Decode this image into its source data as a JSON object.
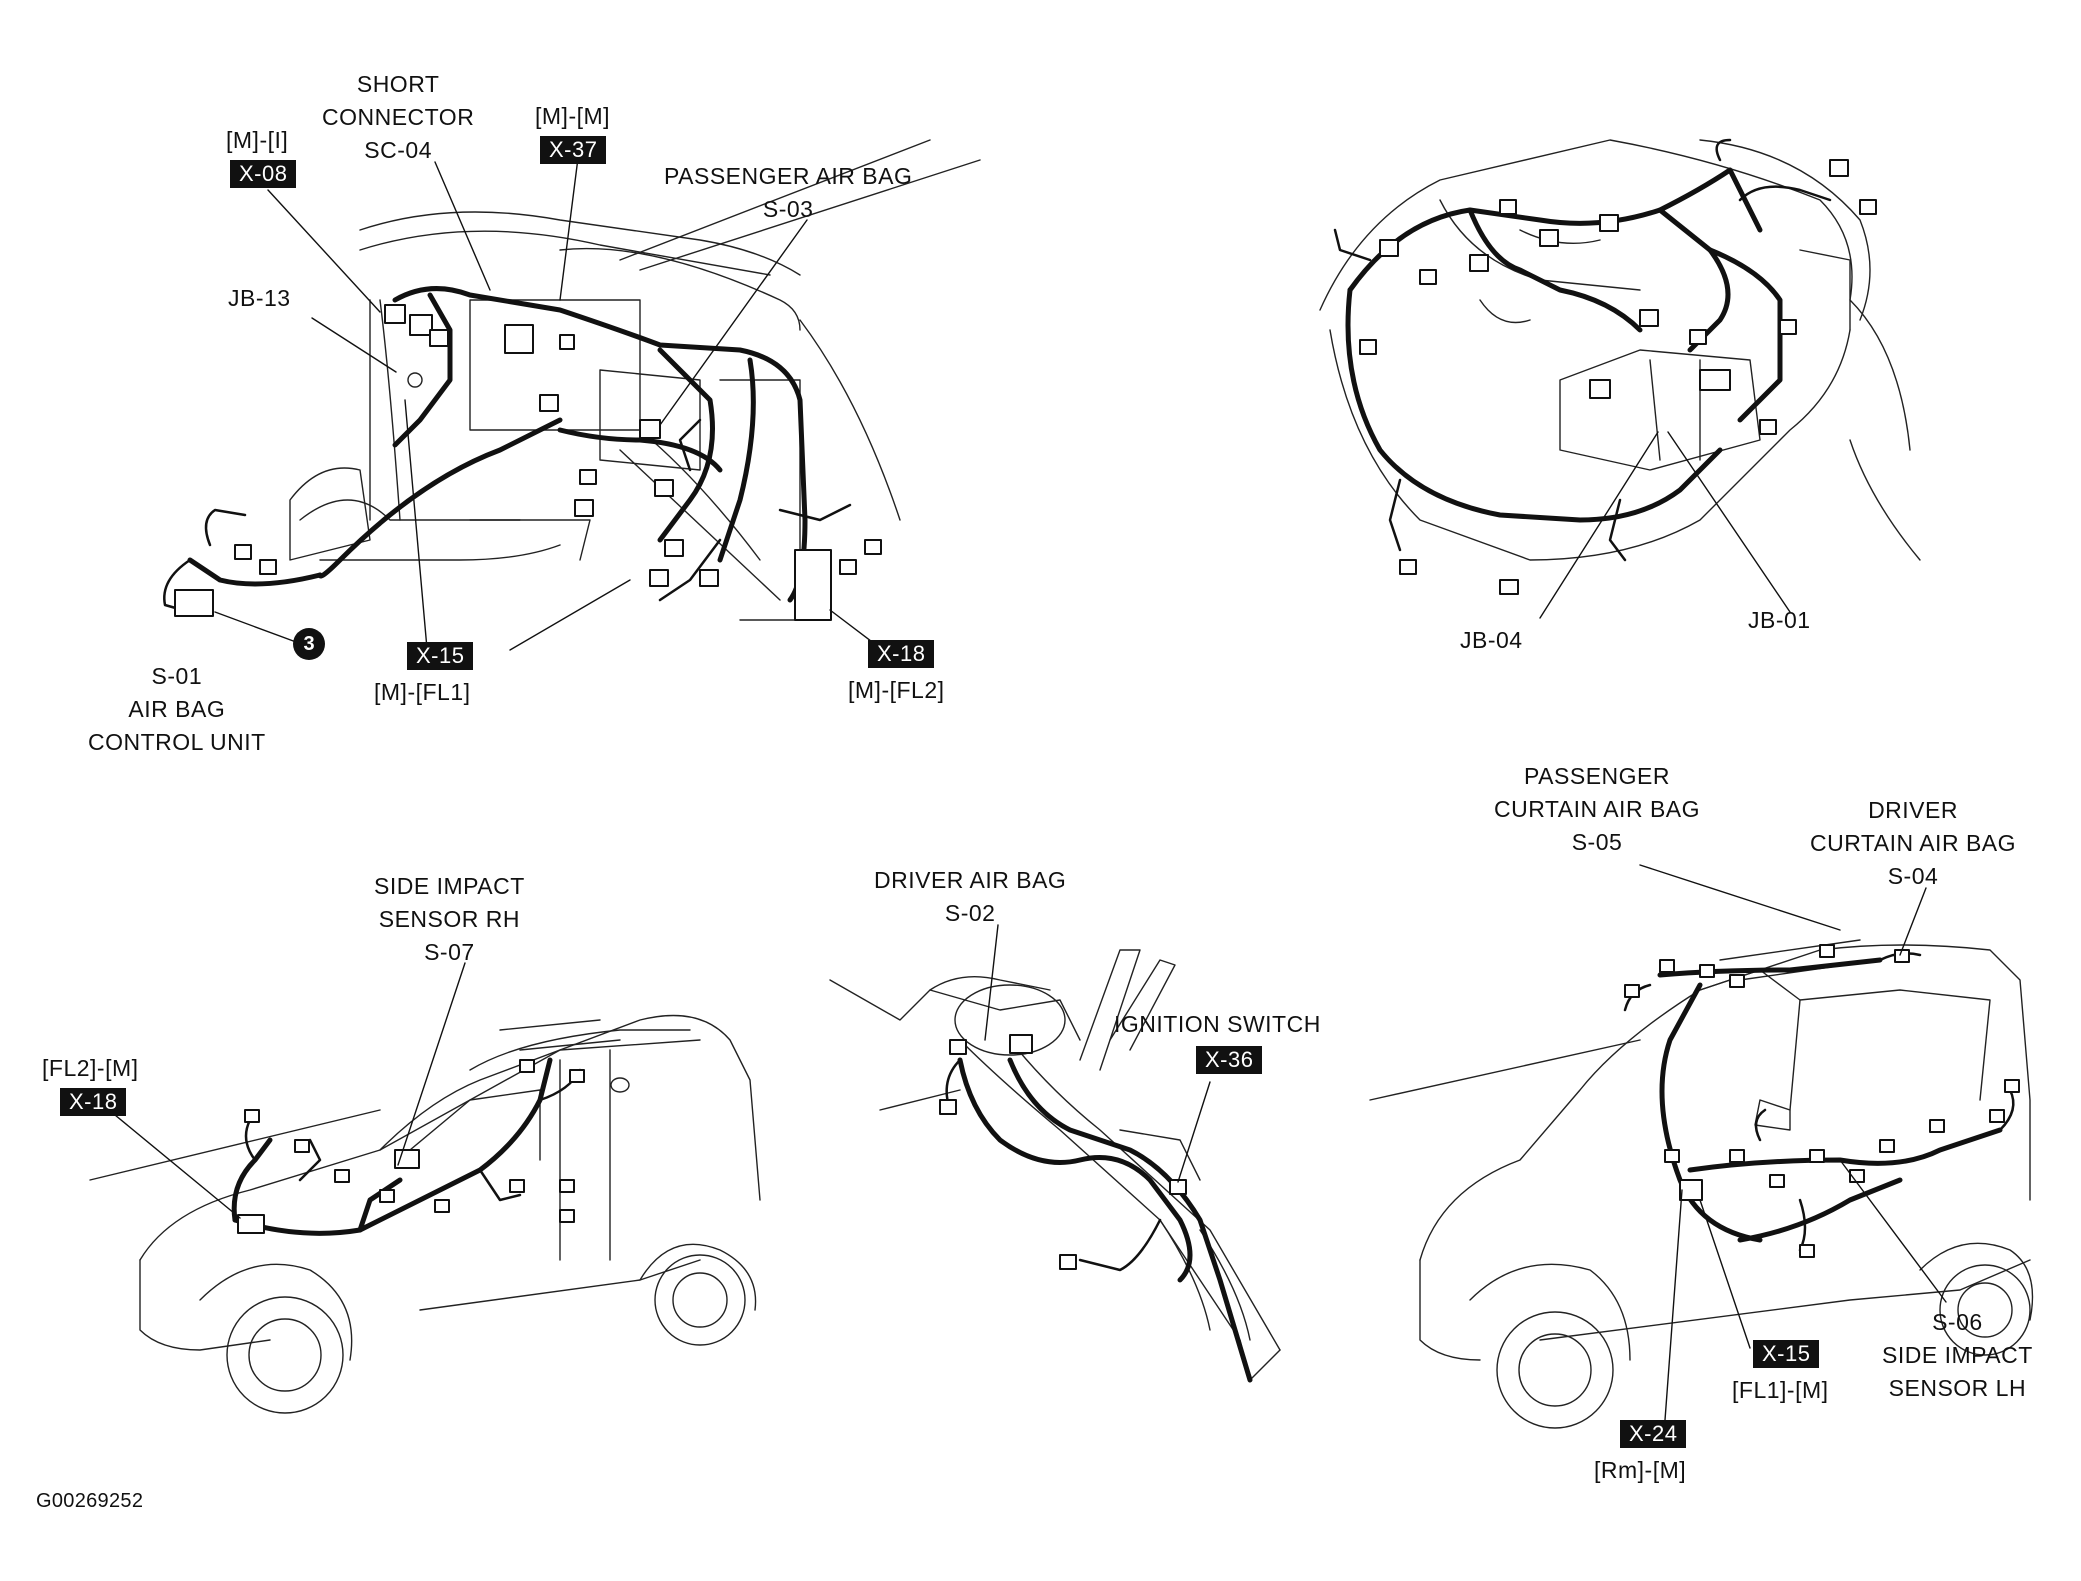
{
  "figure_id": "G00269252",
  "labels": {
    "short_connector": [
      "SHORT",
      "CONNECTOR",
      "SC-04"
    ],
    "m_i": "[M]-[I]",
    "m_m": "[M]-[M]",
    "jb13": "JB-13",
    "passenger_air_bag": [
      "PASSENGER AIR BAG",
      "S-03"
    ],
    "air_bag_control_unit": [
      "S-01",
      "AIR BAG",
      "CONTROL UNIT"
    ],
    "m_fl1": "[M]-[FL1]",
    "m_fl2": "[M]-[FL2]",
    "jb04": "JB-04",
    "jb01": "JB-01",
    "side_impact_rh": [
      "SIDE IMPACT",
      "SENSOR RH",
      "S-07"
    ],
    "fl2_m": "[FL2]-[M]",
    "driver_air_bag": [
      "DRIVER AIR BAG",
      "S-02"
    ],
    "ignition_switch": "IGNITION SWITCH",
    "passenger_curtain": [
      "PASSENGER",
      "CURTAIN AIR BAG",
      "S-05"
    ],
    "driver_curtain": [
      "DRIVER",
      "CURTAIN AIR BAG",
      "S-04"
    ],
    "side_impact_lh": [
      "S-06",
      "SIDE IMPACT",
      "SENSOR LH"
    ],
    "fl1_m": "[FL1]-[M]",
    "rm_m": "[Rm]-[M]"
  },
  "badges": {
    "x08": "X-08",
    "x37": "X-37",
    "x15_top": "X-15",
    "x18_top": "X-18",
    "x18_bottom": "X-18",
    "x36": "X-36",
    "x15_bottom": "X-15",
    "x24": "X-24"
  },
  "marker_3": "3",
  "colors": {
    "ink": "#111111",
    "background": "#ffffff"
  }
}
